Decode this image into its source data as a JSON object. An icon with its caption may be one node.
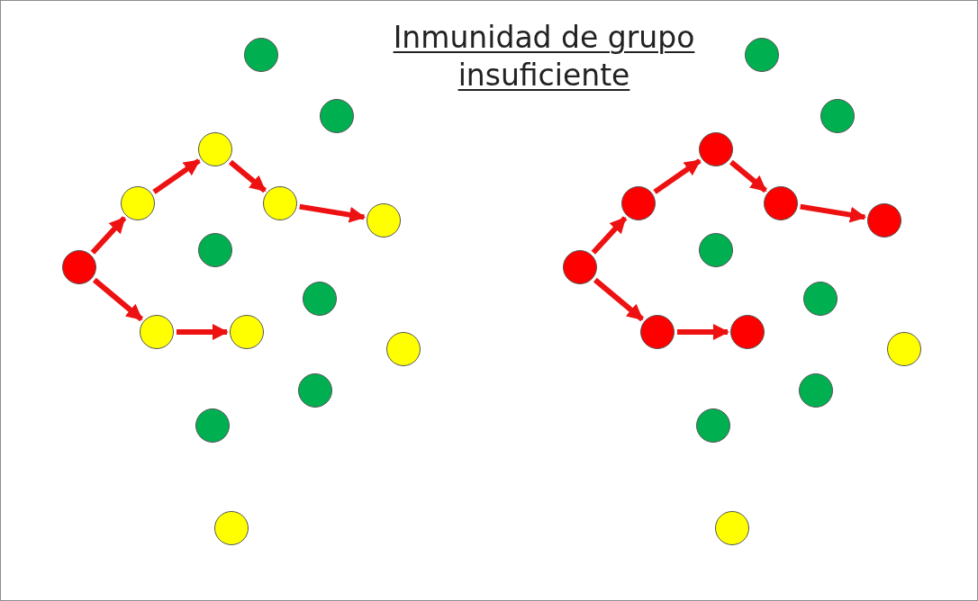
{
  "diagram": {
    "title": "Inmunidad de grupo insuficiente",
    "nodes": [
      {
        "text": [],
        "shape": "circle"
      },
      {
        "text": [],
        "shape": "circle"
      },
      {
        "text": [],
        "shape": "circle"
      },
      {
        "text": [],
        "shape": "circle"
      },
      {
        "text": [],
        "shape": "circle"
      },
      {
        "text": [],
        "shape": "circle"
      },
      {
        "text": [],
        "shape": "circle"
      },
      {
        "text": [],
        "shape": "circle"
      },
      {
        "text": [],
        "shape": "circle"
      },
      {
        "text": [],
        "shape": "circle"
      },
      {
        "text": [],
        "shape": "circle"
      },
      {
        "text": [],
        "shape": "circle"
      },
      {
        "text": [],
        "shape": "circle"
      },
      {
        "text": [],
        "shape": "circle"
      },
      {
        "text": [],
        "shape": "circle"
      },
      {
        "text": [],
        "shape": "circle"
      },
      {
        "text": [],
        "shape": "circle"
      },
      {
        "text": [],
        "shape": "circle"
      },
      {
        "text": [],
        "shape": "circle"
      },
      {
        "text": [],
        "shape": "circle"
      },
      {
        "text": [],
        "shape": "circle"
      },
      {
        "text": [],
        "shape": "circle"
      },
      {
        "text": [],
        "shape": "circle"
      },
      {
        "text": [],
        "shape": "circle"
      },
      {
        "text": [],
        "shape": "circle"
      },
      {
        "text": [],
        "shape": "circle"
      },
      {
        "text": [],
        "shape": "circle"
      },
      {
        "text": [],
        "shape": "circle"
      },
      {
        "text": [],
        "shape": "circle"
      },
      {
        "text": [],
        "shape": "circle"
      }
    ],
    "edges": [
      {
        "from": 7,
        "to": 3,
        "arrow": "to"
      },
      {
        "from": 3,
        "to": 2,
        "arrow": "to"
      },
      {
        "from": 2,
        "to": 4,
        "arrow": "to"
      },
      {
        "from": 4,
        "to": 5,
        "arrow": "to"
      },
      {
        "from": 7,
        "to": 9,
        "arrow": "to"
      },
      {
        "from": 9,
        "to": 10,
        "arrow": "to"
      },
      {
        "from": 22,
        "to": 18,
        "arrow": "to"
      },
      {
        "from": 18,
        "to": 17,
        "arrow": "to"
      },
      {
        "from": 17,
        "to": 19,
        "arrow": "to"
      },
      {
        "from": 19,
        "to": 20,
        "arrow": "to"
      },
      {
        "from": 22,
        "to": 24,
        "arrow": "to"
      },
      {
        "from": 24,
        "to": 25,
        "arrow": "to"
      }
    ]
  }
}
